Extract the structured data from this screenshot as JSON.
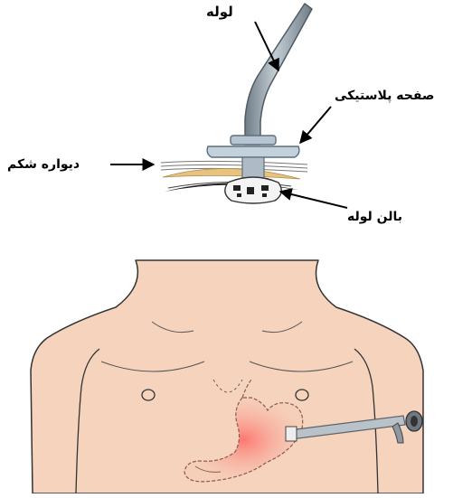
{
  "labels": {
    "tube": "لوله",
    "plastic_disc": "صفحه پلاستیکی",
    "abdominal_wall": "دیواره شکم",
    "tube_balloon": "بالن لوله"
  }
}
